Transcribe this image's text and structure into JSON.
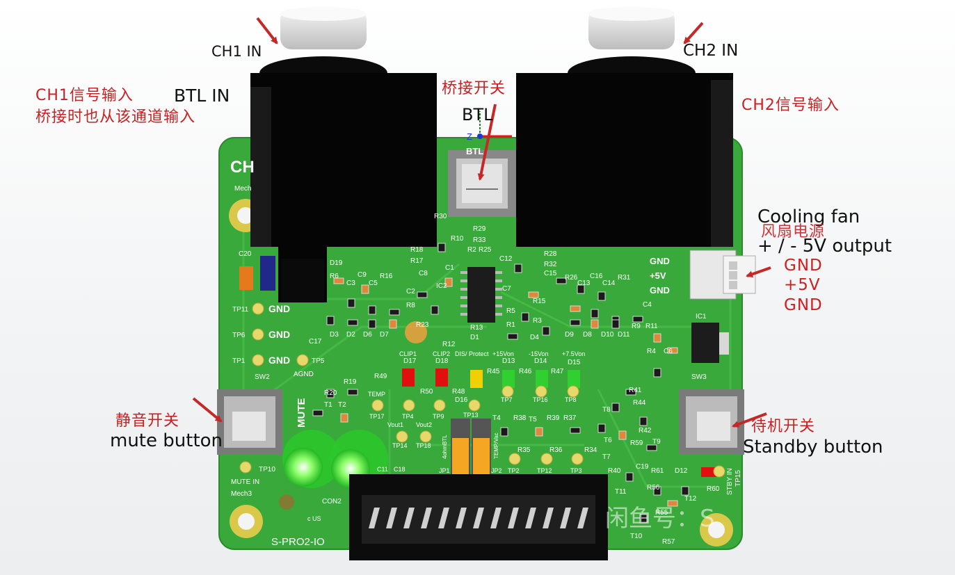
{
  "callouts": {
    "ch1_in": "CH1 IN",
    "ch2_in": "CH2 IN",
    "ch1_cn_line1": "CH1信号输入",
    "btl_in": "BTL IN",
    "ch1_cn_line2": "桥接时也从该通道输入",
    "bridge_cn": "桥接开关",
    "btl": "BTL",
    "ch2_cn": "CH2信号输入",
    "fan_en": "Cooling fan",
    "fan_cn": "风扇电源",
    "fan_output": "+ / - 5V output",
    "fan_pin1": "GND",
    "fan_pin2": "+5V",
    "fan_pin3": "GND",
    "mute_cn": "静音开关",
    "mute_en": "mute button",
    "standby_cn": "待机开关",
    "standby_en": "Standby button"
  },
  "silkscreen": {
    "ch_big": "CH",
    "mech": "Mech",
    "mech3": "Mech3",
    "btl_pad": "BTL",
    "d19": "D19",
    "c20": "C20",
    "tp11": "TP11",
    "tp6": "TP6",
    "tp1": "TP1",
    "tp5": "TP5",
    "gnd": "GND",
    "agnd": "AGND",
    "sw2": "SW2",
    "sw3": "SW3",
    "mute": "MUTE",
    "mute_in": "MUTE IN",
    "tp10": "TP10",
    "con2": "CON2",
    "brand": "S-PRO2-IO",
    "ic1": "IC1",
    "ic2": "IC2",
    "plus5v": "+5V",
    "clip1": "CLIP1",
    "clip2": "CLIP2",
    "dis_protect": "DIS/ Protect",
    "p15von": "+15Von",
    "m15von": "-15Von",
    "p75von": "+7.5Von",
    "temp": "TEMP",
    "tp17": "TP17",
    "tp4": "TP4",
    "tp9": "TP9",
    "tp13": "TP13",
    "tp7": "TP7",
    "tp16": "TP16",
    "tp8": "TP8",
    "vout1": "Vout1",
    "vout2": "Vout2",
    "tp14": "TP14",
    "tp18": "TP18",
    "tp2": "TP2",
    "tp12": "TP12",
    "tp3": "TP3",
    "tp15": "TP15",
    "jp1": "JP1",
    "jp2": "JP2",
    "jp1_label": "4ohmBTL",
    "jp2_label": "TEMP/Vac",
    "stby_in": "STBY IN",
    "c11": "C11",
    "c18": "C18",
    "ul": "c US",
    "watermark": "闲鱼号：S"
  },
  "refdes": [
    "R29",
    "R10",
    "R33",
    "R2",
    "R25",
    "C12",
    "R28",
    "R32",
    "C15",
    "R17",
    "R18",
    "C1",
    "C8",
    "C2",
    "C7",
    "R15",
    "R8",
    "R5",
    "R3",
    "R23",
    "R13",
    "R1",
    "D1",
    "D4",
    "R12",
    "R6",
    "C3",
    "C9",
    "C5",
    "R16",
    "R26",
    "C13",
    "C16",
    "C14",
    "R31",
    "D3",
    "D2",
    "D6",
    "D7",
    "D9",
    "D8",
    "D10",
    "D11",
    "R9",
    "R11",
    "C17",
    "C4",
    "C6",
    "R4",
    "D17",
    "D18",
    "D13",
    "D14",
    "D15",
    "R49",
    "R50",
    "R48",
    "R45",
    "R46",
    "R47",
    "D16",
    "R20",
    "R19",
    "T1",
    "T2",
    "T4",
    "R38",
    "T5",
    "R39",
    "R37",
    "R35",
    "R36",
    "R34",
    "R41",
    "T8",
    "R44",
    "R42",
    "T6",
    "R59",
    "T9",
    "T7",
    "R40",
    "C19",
    "R61",
    "D12",
    "T11",
    "R56",
    "R60",
    "T12",
    "R55",
    "T10",
    "R57",
    "R30"
  ],
  "colors": {
    "pcb_green": "#3aa93b",
    "callout_red": "#cc1f22",
    "arrow_red": "#c62828",
    "led_red": "#e01010",
    "led_yellow": "#f0d000",
    "led_green": "#30d030",
    "jumper_orange": "#f5a623"
  }
}
